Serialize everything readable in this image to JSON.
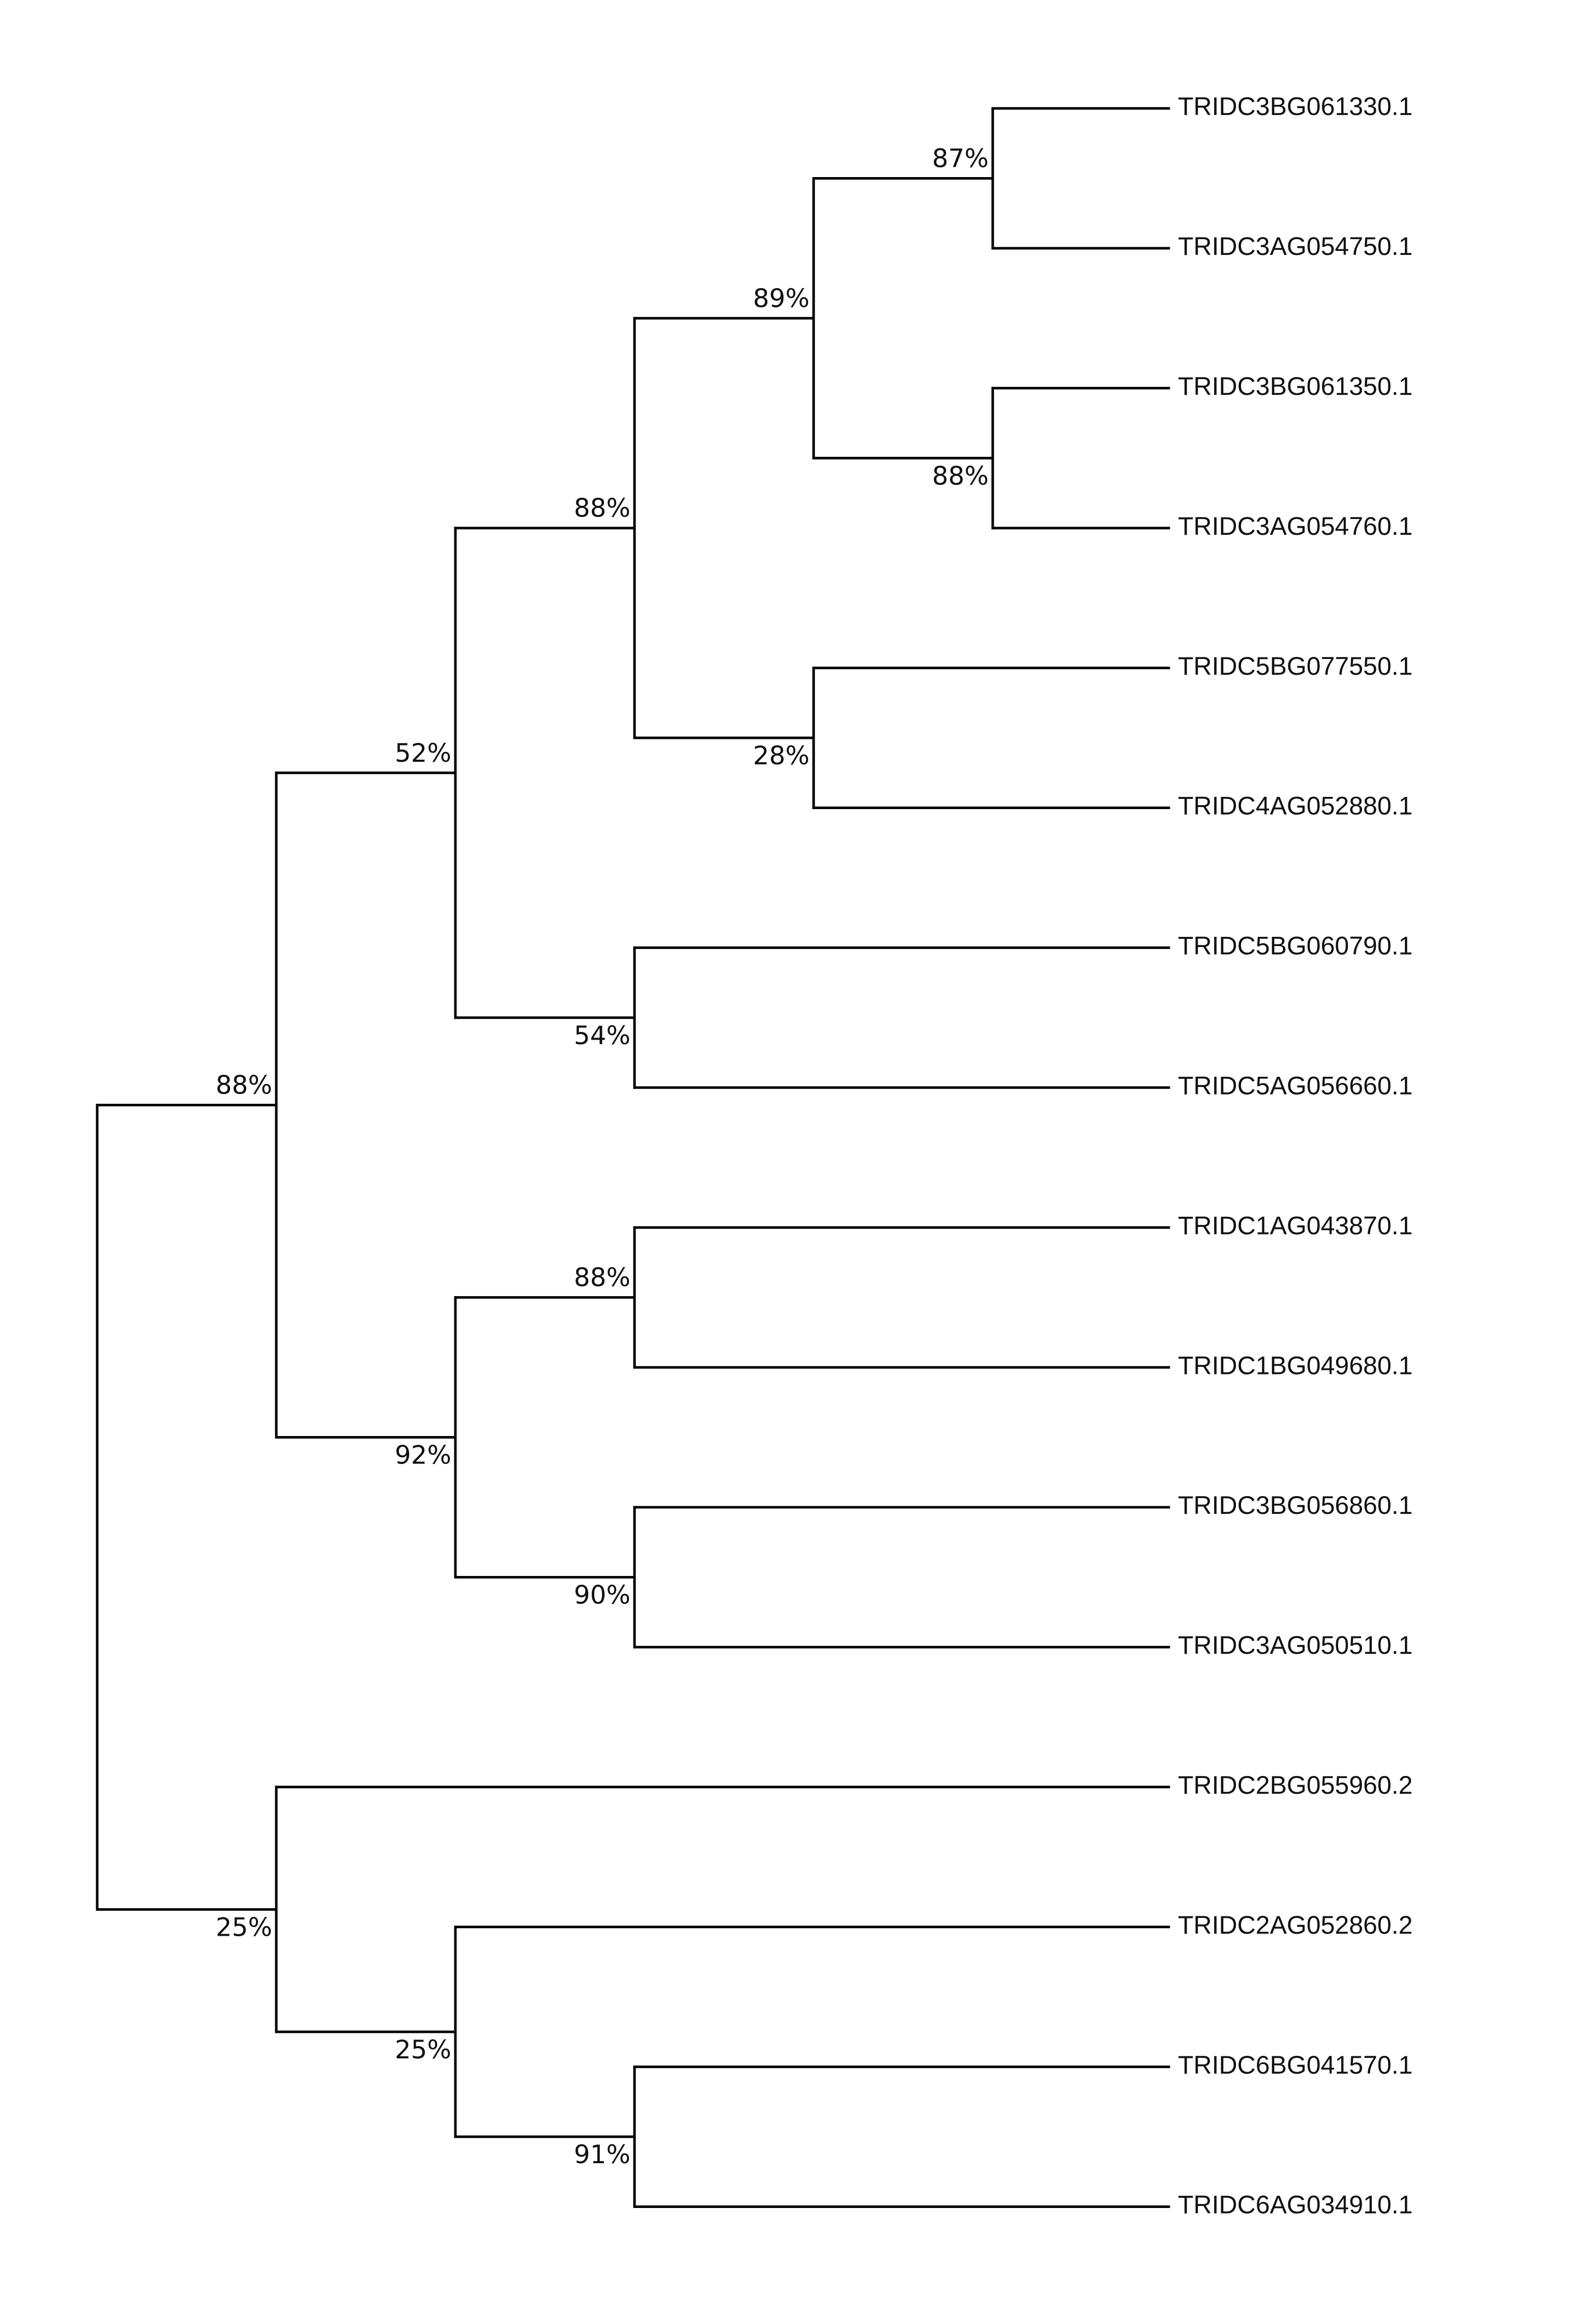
{
  "tree": {
    "line_color": "#000000",
    "leaves": [
      "TRIDC3BG061330.1",
      "TRIDC3AG054750.1",
      "TRIDC3BG061350.1",
      "TRIDC3AG054760.1",
      "TRIDC5BG077550.1",
      "TRIDC4AG052880.1",
      "TRIDC5BG060790.1",
      "TRIDC5AG056660.1",
      "TRIDC1AG043870.1",
      "TRIDC1BG049680.1",
      "TRIDC3BG056860.1",
      "TRIDC3AG050510.1",
      "TRIDC2BG055960.2",
      "TRIDC2AG052860.2",
      "TRIDC6BG041570.1",
      "TRIDC6AG034910.1"
    ],
    "nodes": [
      {
        "id": "n1",
        "children": [
          "L0",
          "L1"
        ],
        "support": "87%",
        "label_side": "above"
      },
      {
        "id": "n2",
        "children": [
          "L2",
          "L3"
        ],
        "support": "88%",
        "label_side": "below"
      },
      {
        "id": "n3",
        "children": [
          "n1",
          "n2"
        ],
        "support": "89%",
        "label_side": "above"
      },
      {
        "id": "n4",
        "children": [
          "L4",
          "L5"
        ],
        "support": "28%",
        "label_side": "below"
      },
      {
        "id": "n5",
        "children": [
          "n3",
          "n4"
        ],
        "support": "88%",
        "label_side": "above"
      },
      {
        "id": "n6",
        "children": [
          "L6",
          "L7"
        ],
        "support": "54%",
        "label_side": "below"
      },
      {
        "id": "n7",
        "children": [
          "n5",
          "n6"
        ],
        "support": "52%",
        "label_side": "above"
      },
      {
        "id": "n8",
        "children": [
          "L8",
          "L9"
        ],
        "support": "88%",
        "label_side": "above"
      },
      {
        "id": "n9",
        "children": [
          "L10",
          "L11"
        ],
        "support": "90%",
        "label_side": "below"
      },
      {
        "id": "n10",
        "children": [
          "n8",
          "n9"
        ],
        "support": "92%",
        "label_side": "below"
      },
      {
        "id": "n11",
        "children": [
          "n7",
          "n10"
        ],
        "support": "88%",
        "label_side": "above"
      },
      {
        "id": "n12",
        "children": [
          "L14",
          "L15"
        ],
        "support": "91%",
        "label_side": "below"
      },
      {
        "id": "n13",
        "children": [
          "L13",
          "n12"
        ],
        "support": "25%",
        "label_side": "below"
      },
      {
        "id": "n14",
        "children": [
          "L12",
          "n13"
        ],
        "support": "25%",
        "label_side": "below"
      },
      {
        "id": "root",
        "children": [
          "n11",
          "n14"
        ],
        "support": "",
        "label_side": "above"
      }
    ]
  }
}
